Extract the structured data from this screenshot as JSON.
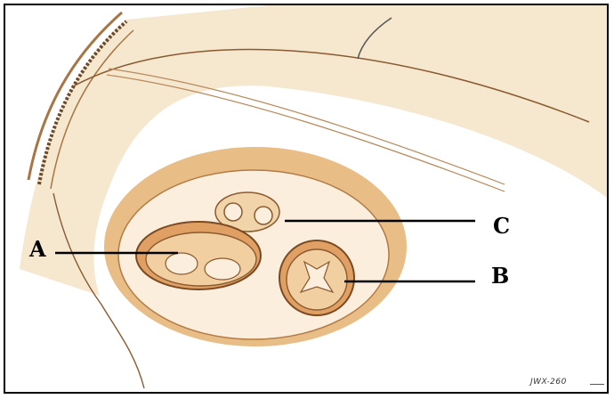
{
  "figure": {
    "callouts": [
      {
        "id": "a",
        "label": "A"
      },
      {
        "id": "b",
        "label": "B"
      },
      {
        "id": "c",
        "label": "C"
      }
    ],
    "reference_code": "JWX-260",
    "colors": {
      "frame": "#000000",
      "panel_fill": "#f6e7cf",
      "panel_shade": "#e9bd86",
      "panel_outline": "#b37a44",
      "recess_fill": "#fbeedd",
      "leader_line": "#000000"
    }
  }
}
